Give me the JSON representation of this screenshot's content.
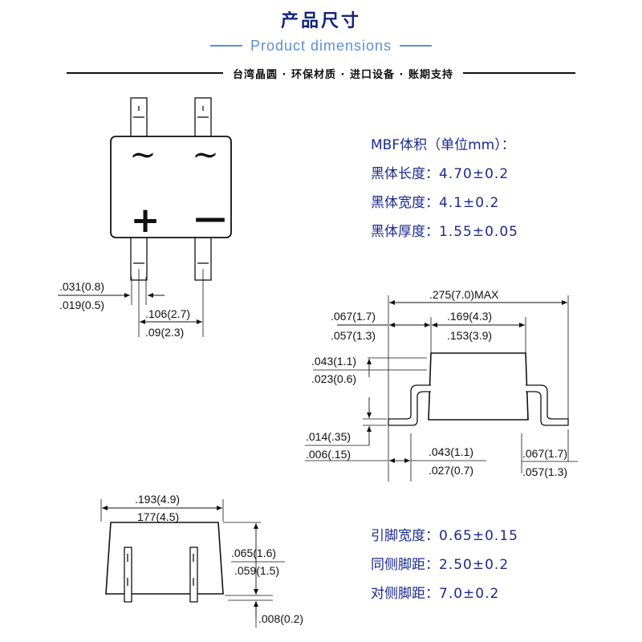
{
  "header": {
    "title": "产品尺寸",
    "subtitle": "Product dimensions",
    "slogan": "台湾晶圆 · 环保材质 · 进口设备 · 账期支持"
  },
  "specs_top": {
    "heading": "MBF体积（单位mm）：",
    "rows": [
      {
        "label": "黑体长度：",
        "value": "4.70±0.2"
      },
      {
        "label": "黑体宽度：",
        "value": "4.1±0.2"
      },
      {
        "label": "黑体厚度：",
        "value": "1.55±0.05"
      }
    ]
  },
  "specs_bottom": {
    "rows": [
      {
        "label": "引脚宽度：",
        "value": "0.65±0.15"
      },
      {
        "label": "同侧脚距：",
        "value": "2.50±0.2"
      },
      {
        "label": "对侧脚距：",
        "value": "7.0±0.2"
      }
    ]
  },
  "top_view": {
    "symbols": {
      "ac1": "~",
      "ac2": "~",
      "plus": "+",
      "minus": "—"
    },
    "dims": {
      "lead_w_max": ".031(0.8)",
      "lead_w_min": ".019(0.5)",
      "pitch_max": ".106(2.7)",
      "pitch_min": ".09(2.3)"
    }
  },
  "side_view": {
    "dims": {
      "overall": ".275(7.0)MAX",
      "shoulder_max": ".067(1.7)",
      "shoulder_min": ".057(1.3)",
      "body_max": ".169(4.3)",
      "body_min": ".153(3.9)",
      "height_max": ".043(1.1)",
      "height_min": ".023(0.6)",
      "thick_max": ".014(.35)",
      "thick_min": ".006(.15)",
      "foot_max": ".043(1.1)",
      "foot_min": ".027(0.7)",
      "foot_r_max": ".067(1.7)",
      "foot_r_min": ".057(1.3)"
    }
  },
  "front_view": {
    "dims": {
      "width_max": ".193(4.9)",
      "width_min": "177(4.5)",
      "height_max": ".065(1.6)",
      "height_min": ".059(1.5)",
      "standoff": ".008(0.2)"
    }
  },
  "colors": {
    "title": "#15257a",
    "subtitle": "#5b8fd6",
    "spec_text": "#1b2a8c"
  }
}
